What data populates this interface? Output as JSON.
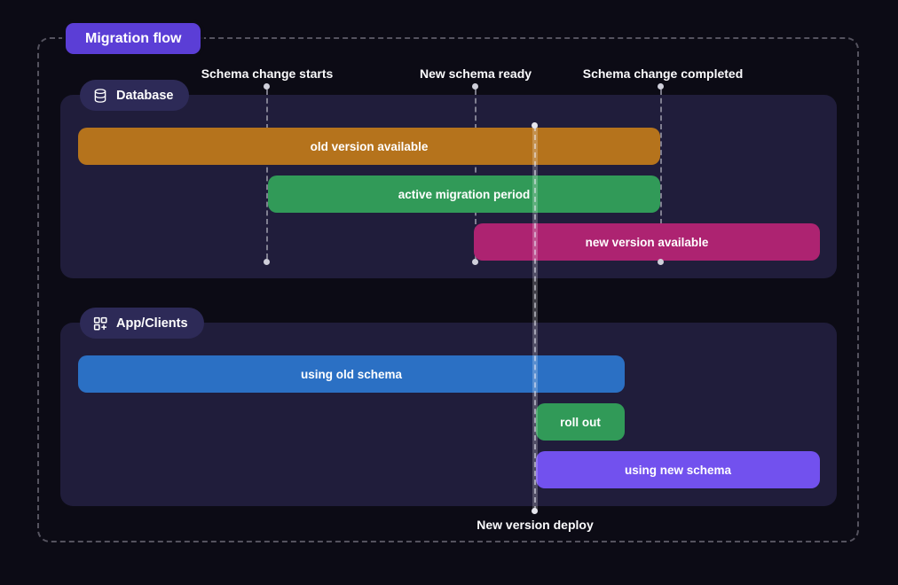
{
  "title": "Migration flow",
  "colors": {
    "accent_purple": "#5b3ed6",
    "bar_orange": "#b5731c",
    "bar_green": "#319a58",
    "bar_magenta": "#ad2371",
    "bar_blue": "#2b70c4",
    "bar_violet": "#7251ee",
    "panel": "#201d3b",
    "pill": "#2d2a57",
    "background": "#0c0b15"
  },
  "milestones": [
    {
      "label": "Schema change starts"
    },
    {
      "label": "New schema ready"
    },
    {
      "label": "Schema change completed"
    }
  ],
  "deploy_marker": {
    "label": "New version deploy"
  },
  "lanes": [
    {
      "label": "Database",
      "icon": "database-icon",
      "bars": [
        {
          "label": "old version available",
          "color": "#b5731c",
          "from": "lane start",
          "to": "Schema change completed"
        },
        {
          "label": "active migration period",
          "color": "#319a58",
          "from": "Schema change starts",
          "to": "Schema change completed"
        },
        {
          "label": "new version available",
          "color": "#ad2371",
          "from": "New schema ready",
          "to": "lane end"
        }
      ]
    },
    {
      "label": "App/Clients",
      "icon": "grid-plus-icon",
      "bars": [
        {
          "label": "using old schema",
          "color": "#2b70c4",
          "from": "lane start",
          "to": "after New version deploy"
        },
        {
          "label": "roll out",
          "color": "#319a58",
          "from": "New version deploy",
          "to": "after New version deploy"
        },
        {
          "label": "using new schema",
          "color": "#7251ee",
          "from": "New version deploy",
          "to": "lane end"
        }
      ]
    }
  ]
}
